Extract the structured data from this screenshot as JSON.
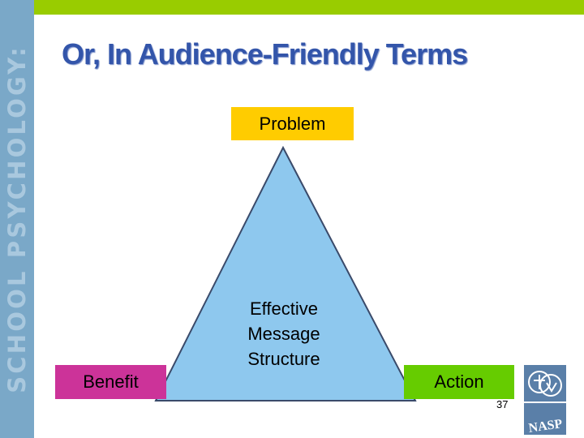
{
  "slide": {
    "side_banner": "SCHOOL PSYCHOLOGY:",
    "title": "Or, In Audience-Friendly Terms",
    "page_number": "37"
  },
  "diagram": {
    "top_label": "Problem",
    "bottom_left_label": "Benefit",
    "bottom_right_label": "Action",
    "center_lines": [
      "Effective",
      "Message",
      "Structure"
    ]
  },
  "logo": {
    "text": "NASP"
  },
  "colors": {
    "top_bar": "#99cc00",
    "side_bar": "#7aa8c8",
    "title": "#3355aa",
    "problem_box": "#ffcc00",
    "benefit_box": "#cc3399",
    "action_box": "#66cc00",
    "triangle_fill": "#8ec8ee",
    "logo": "#5a7fa8"
  }
}
